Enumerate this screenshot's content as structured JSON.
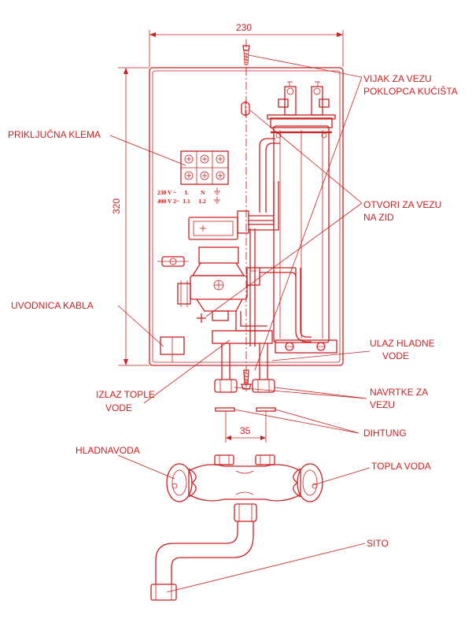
{
  "colors": {
    "line": "#cc1f1f",
    "background": "#ffffff"
  },
  "dimensions": {
    "width": "230",
    "height": "320",
    "spacing": "35"
  },
  "labels": {
    "vijak_line1": "VIJAK ZA VEZU",
    "vijak_line2": "POKLOPCA KUĆIŠTA",
    "prikljucna": "PRIKLJUČNA KLEMA",
    "otvori_line1": "OTVORI ZA VEZU",
    "otvori_line2": "NA ZID",
    "uvodnica": "UVODNICA KABLA",
    "ulaz_line1": "ULAZ HLADNE",
    "ulaz_line2": "VODE",
    "izlaz_line1": "IZLAZ TOPLE",
    "izlaz_line2": "VODE",
    "navrtke_line1": "NAVRTKE ZA",
    "navrtke_line2": "VEZU",
    "dihtung": "DIHTUNG",
    "hladna": "HLADNAVODA",
    "topla": "TOPLA VODA",
    "sito": "SITO"
  },
  "terminal": {
    "row1": {
      "voltage": "230 V ~",
      "l": "L",
      "n": "N"
    },
    "row2": {
      "voltage": "400 V 2~",
      "l": "L1",
      "n": "L2"
    }
  }
}
